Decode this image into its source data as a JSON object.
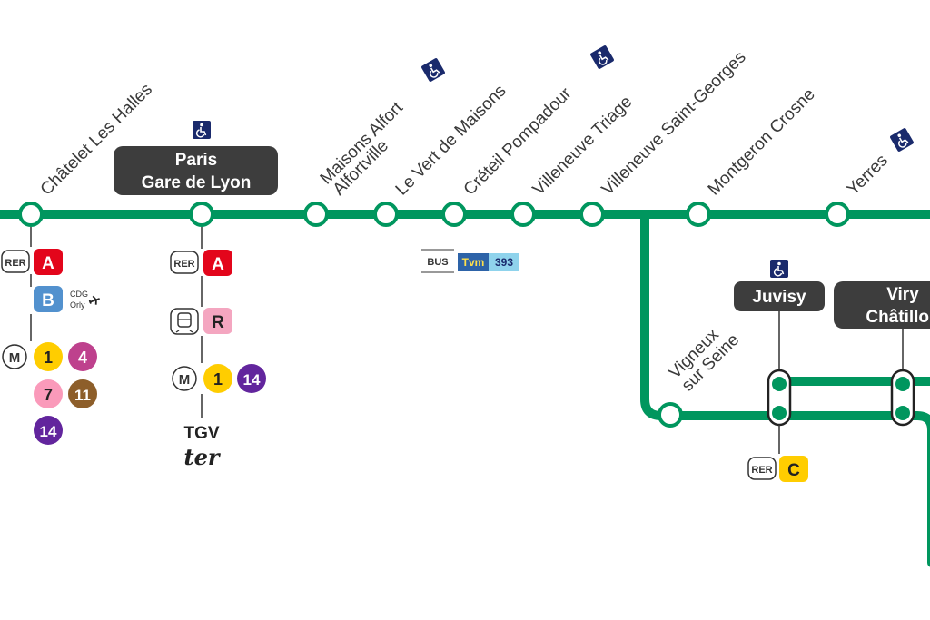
{
  "map": {
    "line_color": "#00965e",
    "hub_color": "#3d3d3d",
    "access_color": "#1a2a6c"
  },
  "stations": [
    {
      "name": "Châtelet Les Halles"
    },
    {
      "name": "Maisons Alfort",
      "name2": "Alfortville"
    },
    {
      "name": "Le Vert de Maisons"
    },
    {
      "name": "Créteil Pompadour"
    },
    {
      "name": "Villeneuve Triage"
    },
    {
      "name": "Villeneuve Saint-Georges"
    },
    {
      "name": "Montgeron Crosne"
    },
    {
      "name": "Yerres"
    },
    {
      "name": "Vigneux",
      "name2": "sur Seine"
    }
  ],
  "hubs": {
    "paris": {
      "line1": "Paris",
      "line2": "Gare de Lyon"
    },
    "juvisy": {
      "label": "Juvisy"
    },
    "viry": {
      "line1": "Viry",
      "line2": "Châtillon"
    }
  },
  "connections": {
    "rer": "RER",
    "rer_a": "A",
    "rer_b": "B",
    "rer_c": "C",
    "cdg": "CDG",
    "orly": "Orly",
    "metro": "M",
    "m1": "1",
    "m4": "4",
    "m7": "7",
    "m11": "11",
    "m14": "14",
    "train_r": "R",
    "tgv": "TGV",
    "ter": "ter",
    "bus": "BUS",
    "tvm": "Tvm",
    "bus393": "393"
  }
}
